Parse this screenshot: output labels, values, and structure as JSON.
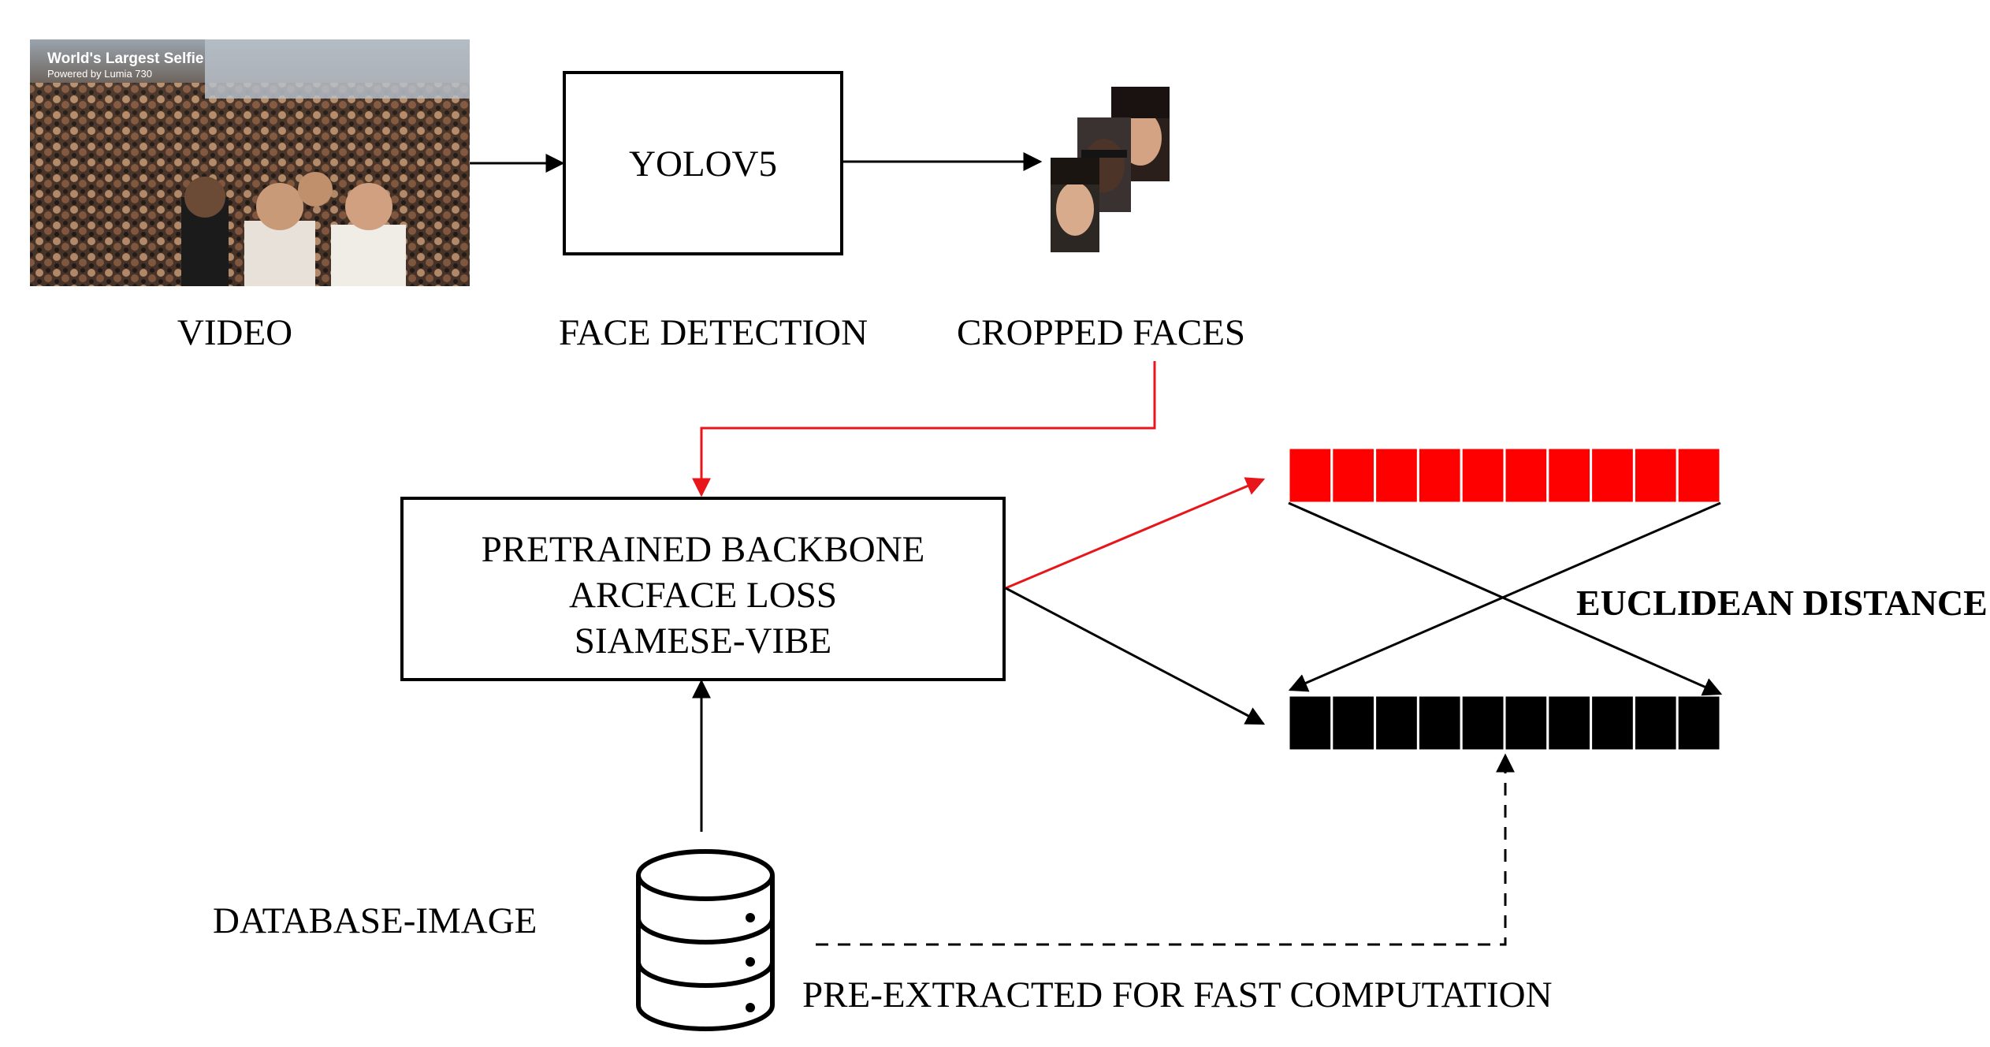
{
  "video": {
    "caption_title": "World's Largest Selfie",
    "caption_sub": "Powered by Lumia 730",
    "label": "VIDEO"
  },
  "detector": {
    "box_text": "YOLOV5",
    "label": "FACE DETECTION"
  },
  "faces": {
    "label": "CROPPED FACES"
  },
  "model": {
    "lines": [
      "PRETRAINED BACKBONE",
      "ARCFACE LOSS",
      "SIAMESE-VIBE"
    ]
  },
  "embeddings": {
    "query_color": "#ff0000",
    "db_color": "#000000",
    "cells": 10,
    "metric_label": "EUCLIDEAN DISTANCE"
  },
  "database": {
    "label": "DATABASE-IMAGE",
    "note": "PRE-EXTRACTED FOR FAST COMPUTATION"
  },
  "colors": {
    "query_path": "#e8151b",
    "default_path": "#000000"
  }
}
